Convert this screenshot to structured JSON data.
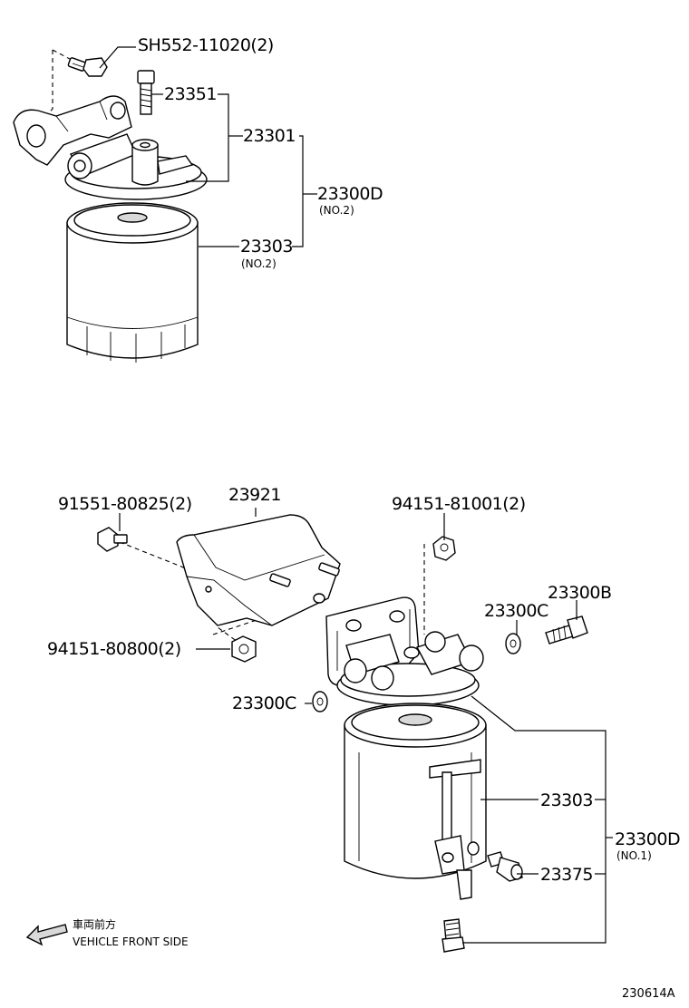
{
  "labels": {
    "bolt_top": "SH552-11020(2)",
    "p23351": "23351",
    "p23301": "23301",
    "p23300d_top": "23300D",
    "p23300d_top_sub": "(NO.2)",
    "p23303_top": "23303",
    "p23303_top_sub": "(NO.2)",
    "p23921": "23921",
    "bolt_left": "91551-80825(2)",
    "nut_right": "94151-81001(2)",
    "nut_left": "94151-80800(2)",
    "p23300b": "23300B",
    "p23300c_right": "23300C",
    "p23300c_left": "23300C",
    "p23303_bottom": "23303",
    "p23300d_bottom": "23300D",
    "p23300d_bottom_sub": "(NO.1)",
    "p23375": "23375",
    "front_jp": "車両前方",
    "front_en": "VEHICLE FRONT SIDE",
    "diagram_code": "230614A"
  }
}
